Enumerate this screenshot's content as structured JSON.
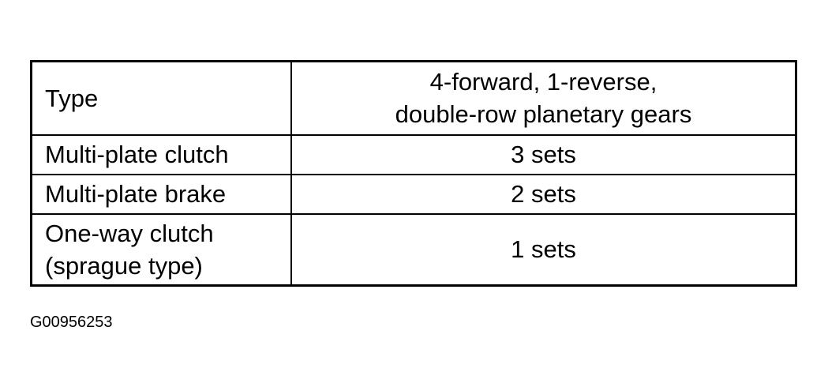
{
  "table": {
    "rows": [
      {
        "label_lines": [
          "Type"
        ],
        "value_lines": [
          "4-forward, 1-reverse,",
          "double-row planetary gears"
        ]
      },
      {
        "label_lines": [
          "Multi-plate clutch"
        ],
        "value_lines": [
          "3 sets"
        ]
      },
      {
        "label_lines": [
          "Multi-plate brake"
        ],
        "value_lines": [
          "2 sets"
        ]
      },
      {
        "label_lines": [
          "One-way clutch",
          "(sprague type)"
        ],
        "value_lines": [
          "1 sets"
        ]
      }
    ]
  },
  "figure_code": "G00956253"
}
